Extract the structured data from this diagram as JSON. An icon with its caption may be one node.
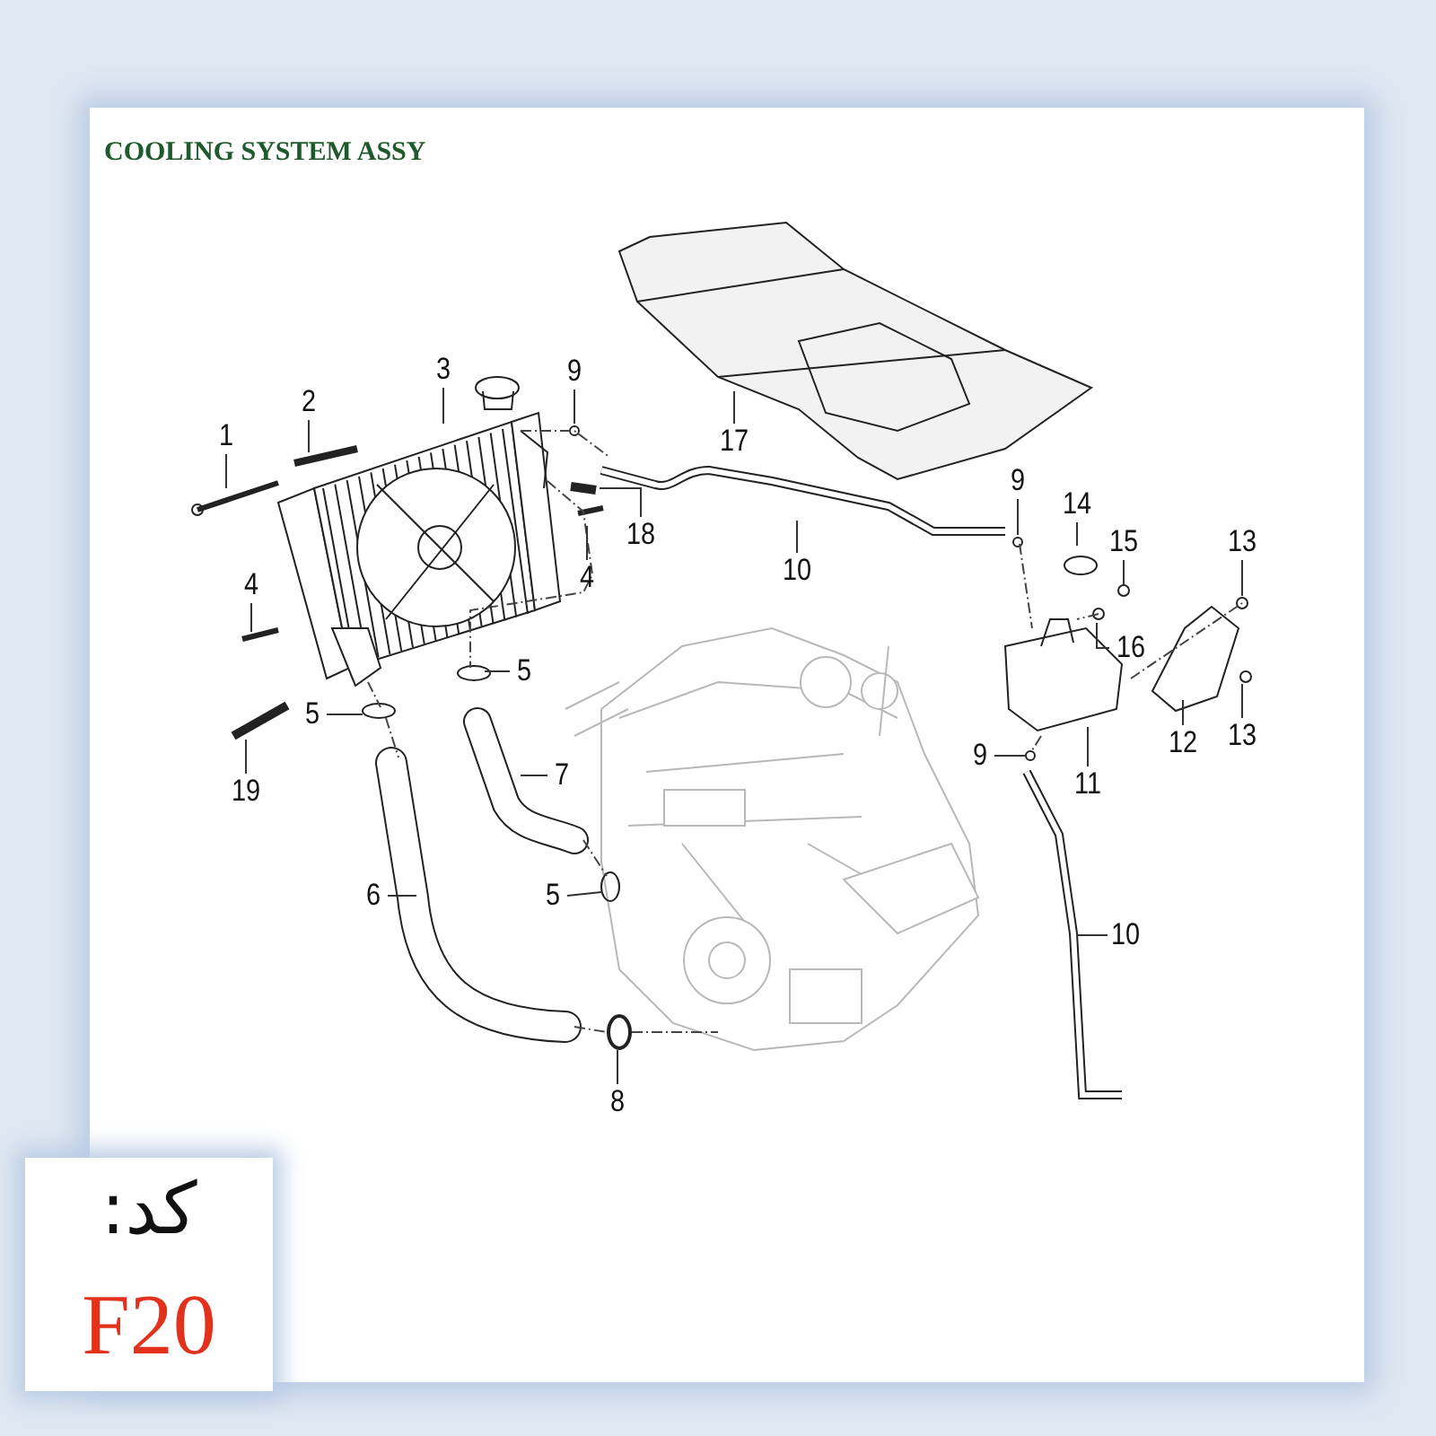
{
  "diagram": {
    "title": "COOLING SYSTEM ASSY",
    "nodes": [
      {
        "text": [
          "3"
        ]
      },
      {
        "text": [
          "9"
        ]
      },
      {
        "text": [
          "2"
        ]
      },
      {
        "text": [
          "17"
        ]
      },
      {
        "text": [
          "1"
        ]
      },
      {
        "text": [
          "9"
        ]
      },
      {
        "text": [
          "14"
        ]
      },
      {
        "text": [
          "18"
        ]
      },
      {
        "text": [
          "13"
        ]
      },
      {
        "text": [
          "15"
        ]
      },
      {
        "text": [
          "10"
        ]
      },
      {
        "text": [
          "4"
        ]
      },
      {
        "text": [
          "4"
        ]
      },
      {
        "text": [
          "16"
        ]
      },
      {
        "text": [
          "5"
        ]
      },
      {
        "text": [
          "5"
        ]
      },
      {
        "text": [
          "13"
        ]
      },
      {
        "text": [
          "12"
        ]
      },
      {
        "text": [
          "9"
        ]
      },
      {
        "text": [
          "7"
        ]
      },
      {
        "text": [
          "11"
        ]
      },
      {
        "text": [
          "19"
        ]
      },
      {
        "text": [
          "6"
        ]
      },
      {
        "text": [
          "5"
        ]
      },
      {
        "text": [
          "10"
        ]
      },
      {
        "text": [
          "8"
        ]
      },
      {
        "text": [
          "کد:",
          "F20"
        ]
      }
    ],
    "edges": [
      {
        "from": 0,
        "to": null,
        "arrow": "none"
      },
      {
        "from": 1,
        "to": null,
        "arrow": "none"
      },
      {
        "from": 2,
        "to": null,
        "arrow": "none"
      },
      {
        "from": 3,
        "to": null,
        "arrow": "none"
      },
      {
        "from": 4,
        "to": null,
        "arrow": "none"
      },
      {
        "from": 5,
        "to": null,
        "arrow": "none"
      },
      {
        "from": 6,
        "to": null,
        "arrow": "none"
      },
      {
        "from": 7,
        "to": null,
        "arrow": "none"
      },
      {
        "from": 8,
        "to": null,
        "arrow": "none"
      },
      {
        "from": 9,
        "to": null,
        "arrow": "none"
      },
      {
        "from": 10,
        "to": null,
        "arrow": "none"
      },
      {
        "from": 11,
        "to": null,
        "arrow": "none"
      },
      {
        "from": 12,
        "to": null,
        "arrow": "none"
      },
      {
        "from": 13,
        "to": null,
        "arrow": "none"
      },
      {
        "from": 14,
        "to": null,
        "arrow": "none"
      },
      {
        "from": 15,
        "to": null,
        "arrow": "none"
      },
      {
        "from": 16,
        "to": null,
        "arrow": "none"
      },
      {
        "from": 17,
        "to": null,
        "arrow": "none"
      },
      {
        "from": 18,
        "to": null,
        "arrow": "none"
      },
      {
        "from": 19,
        "to": null,
        "arrow": "none"
      },
      {
        "from": 20,
        "to": null,
        "arrow": "none"
      },
      {
        "from": 21,
        "to": null,
        "arrow": "none"
      },
      {
        "from": 22,
        "to": null,
        "arrow": "none"
      },
      {
        "from": 23,
        "to": null,
        "arrow": "none"
      },
      {
        "from": 24,
        "to": null,
        "arrow": "none"
      },
      {
        "from": 25,
        "to": null,
        "arrow": "none"
      }
    ]
  }
}
